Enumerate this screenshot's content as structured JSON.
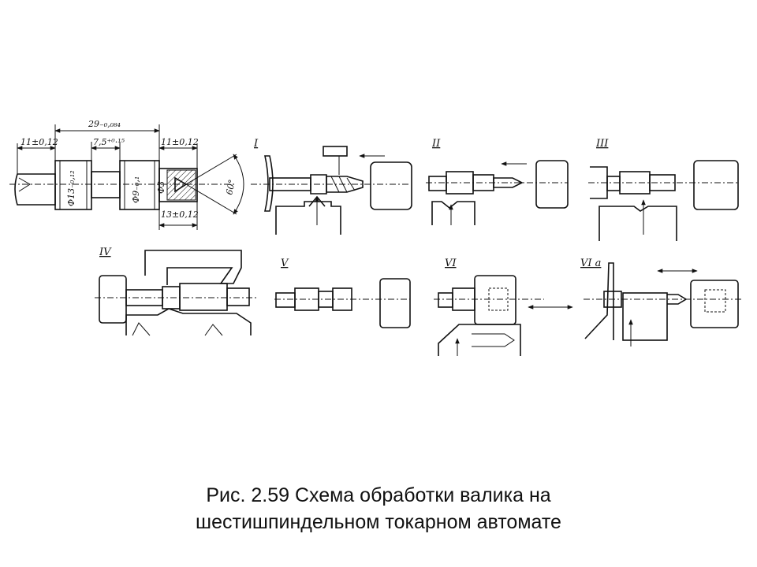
{
  "figure": {
    "caption_line1": "Рис. 2.59 Схема обработки валика на",
    "caption_line2": "шестишпиндельном токарном автомате"
  },
  "part_drawing": {
    "dim_overall": "29₋₀,₀₈₄",
    "dim_left": "11±0,12",
    "dim_middle": "7,5⁺⁰·¹⁵",
    "dim_right": "11±0,12",
    "dim_bottom": "13±0,12",
    "dia_large": "Ф13₋₀,₁₂",
    "dia_small": "Ф9₋₀,₁",
    "dia_hole": "Ф3",
    "angle": "60°"
  },
  "positions": {
    "p1": "I",
    "p2": "II",
    "p3": "III",
    "p4": "IV",
    "p5": "V",
    "p6": "VI",
    "p7": "VI а"
  }
}
